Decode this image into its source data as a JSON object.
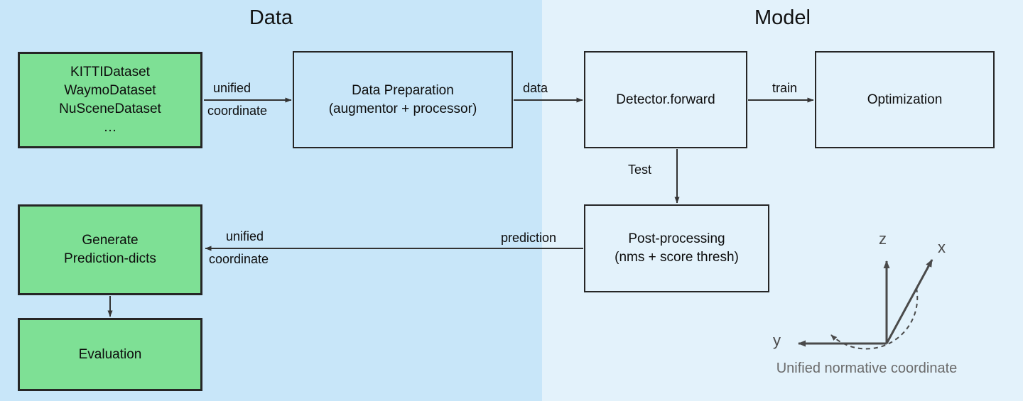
{
  "panels": {
    "data": {
      "title": "Data",
      "bg": "#c8e6f9"
    },
    "model": {
      "title": "Model",
      "bg": "#e3f2fb"
    }
  },
  "colors": {
    "green_node": "#7ee095",
    "node_border": "#262626",
    "arrow": "#333333",
    "caption_text": "#6b6b6b"
  },
  "nodes": {
    "datasets": {
      "label": "KITTIDataset\nWaymoDataset\nNuSceneDataset\n…"
    },
    "data_preparation": {
      "label": "Data Preparation\n(augmentor + processor)"
    },
    "detector_forward": {
      "label": "Detector.forward"
    },
    "optimization": {
      "label": "Optimization"
    },
    "post_processing": {
      "label": "Post-processing\n(nms + score thresh)"
    },
    "generate_prediction_dicts": {
      "label": "Generate\nPrediction-dicts"
    },
    "evaluation": {
      "label": "Evaluation"
    }
  },
  "edges": {
    "unified_coordinate_top_1": "unified",
    "unified_coordinate_top_2": "coordinate",
    "data": "data",
    "train": "train",
    "test": "Test",
    "prediction": "prediction",
    "unified_coordinate_bottom_1": "unified",
    "unified_coordinate_bottom_2": "coordinate"
  },
  "coordinate_frame": {
    "axis_z": "z",
    "axis_x": "x",
    "axis_y": "y",
    "caption": "Unified normative coordinate"
  }
}
